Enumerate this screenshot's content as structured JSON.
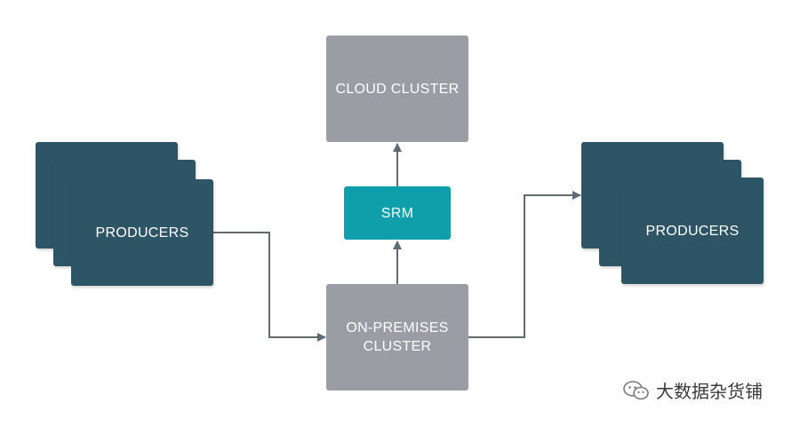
{
  "diagram": {
    "nodes": {
      "cloud_cluster": "CLOUD CLUSTER",
      "srm": "SRM",
      "on_premises_cluster": "ON-PREMISES\nCLUSTER",
      "producers_left": "PRODUCERS",
      "producers_right": "PRODUCERS"
    },
    "edges": [
      {
        "from": "producers_left",
        "to": "on_premises_cluster"
      },
      {
        "from": "on_premises_cluster",
        "to": "srm"
      },
      {
        "from": "srm",
        "to": "cloud_cluster"
      },
      {
        "from": "on_premises_cluster",
        "to": "producers_right"
      }
    ],
    "colors": {
      "cluster_gray": "#9a9da3",
      "srm_teal": "#0f9faa",
      "producers_navy": "#2e5566",
      "connector": "#5f6a72"
    }
  },
  "watermark": {
    "icon": "wechat-icon",
    "text": "大数据杂货铺"
  }
}
